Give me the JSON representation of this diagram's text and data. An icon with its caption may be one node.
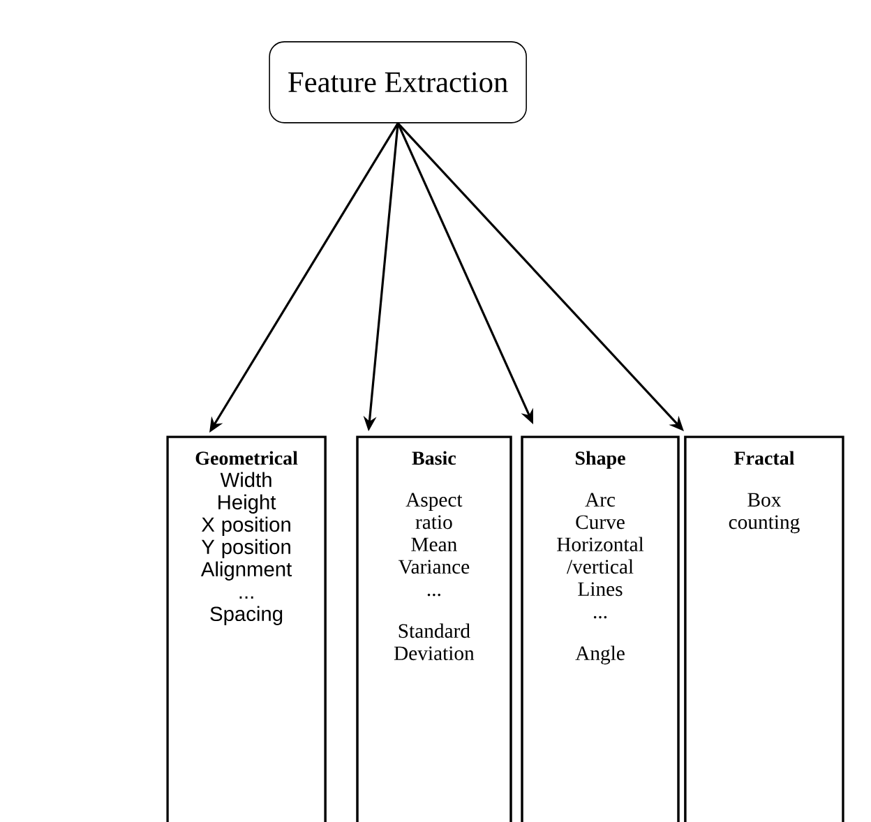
{
  "diagram": {
    "nodes": [
      {
        "text": [
          "Feature Extraction"
        ]
      },
      {
        "text": [
          "Geometrical",
          "Width",
          "Height",
          "X position",
          "Y position",
          "Alignment",
          "...",
          "Spacing"
        ]
      },
      {
        "text": [
          "Basic",
          "Aspect ratio",
          "Mean",
          "Variance",
          "...",
          "Standard Deviation"
        ]
      },
      {
        "text": [
          "Shape",
          "Arc",
          "Curve",
          "Horizontal /vertical",
          "Lines",
          "...",
          "Angle"
        ]
      },
      {
        "text": [
          "Fractal",
          "Box counting"
        ]
      }
    ],
    "edges": [
      {
        "from": 0,
        "to": 1,
        "arrow": "to"
      },
      {
        "from": 0,
        "to": 2,
        "arrow": "to"
      },
      {
        "from": 0,
        "to": 3,
        "arrow": "to"
      },
      {
        "from": 0,
        "to": 4,
        "arrow": "to"
      }
    ]
  }
}
